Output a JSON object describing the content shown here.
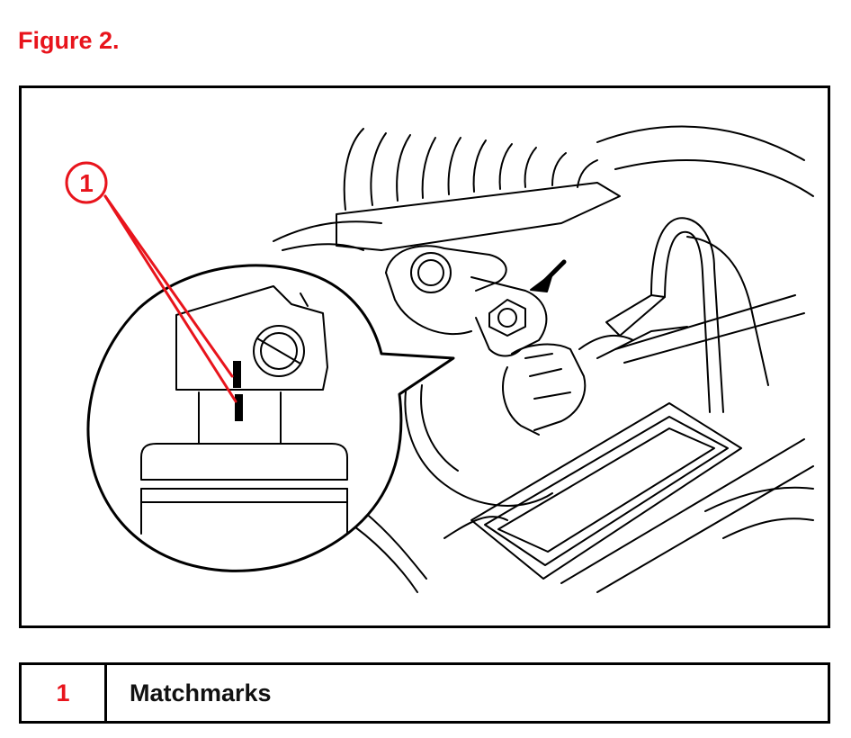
{
  "figure": {
    "title": "Figure 2.",
    "callout_number": "1"
  },
  "legend": {
    "items": [
      {
        "number": "1",
        "label": "Matchmarks"
      }
    ]
  },
  "colors": {
    "accent_red": "#e8141c",
    "line_black": "#000000"
  }
}
